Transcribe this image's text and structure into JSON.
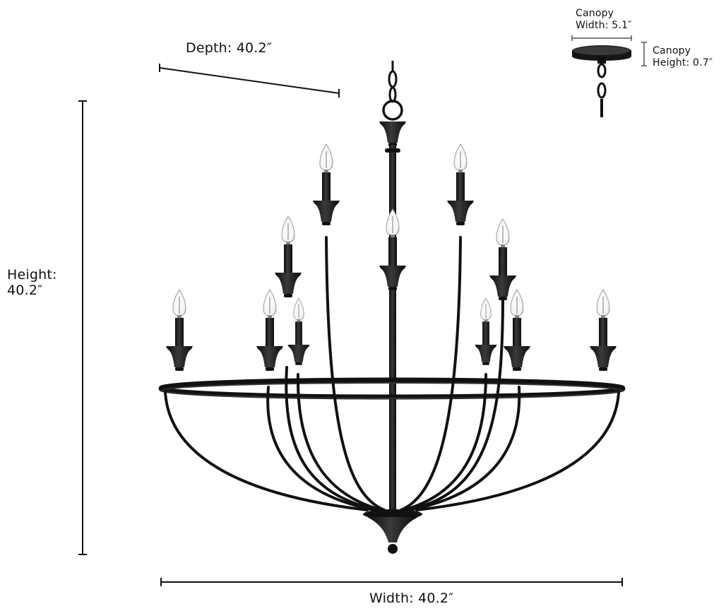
{
  "diagram": {
    "subject": "12-light two-tier candle chandelier with black finish",
    "dimensions": {
      "depth": {
        "label": "Depth: 40.2″"
      },
      "height": {
        "line1": "Height:",
        "line2": "40.2″"
      },
      "width": {
        "label": "Width: 40.2″"
      },
      "canopy_width": {
        "line1": "Canopy",
        "line2": "Width: 5.1″"
      },
      "canopy_height": {
        "line1": "Canopy",
        "line2": "Height: 0.7″"
      }
    },
    "colors": {
      "metal": "#1a1a1a",
      "background": "#ffffff",
      "dimension_line": "#111111"
    }
  }
}
